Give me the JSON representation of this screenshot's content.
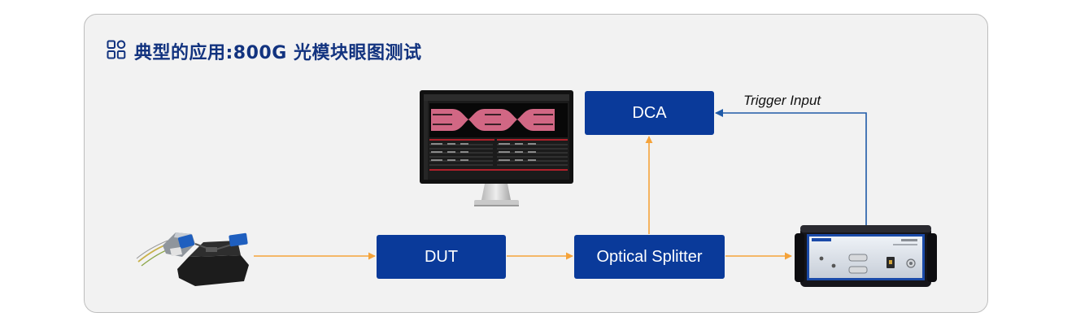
{
  "header": {
    "icon": "grid-icon",
    "title": "典型的应用:800G 光模块眼图测试"
  },
  "diagram": {
    "dca_label": "DCA",
    "dut_label": "DUT",
    "splitter_label": "Optical Splitter",
    "trigger_label": "Trigger Input"
  },
  "colors": {
    "box_fill": "#0a3a9a",
    "optical_arrow": "#f5a33a",
    "trigger_arrow": "#1f5aa8",
    "title": "#12337f",
    "card_background": "#f2f2f2",
    "waveform": "#e3708f"
  }
}
